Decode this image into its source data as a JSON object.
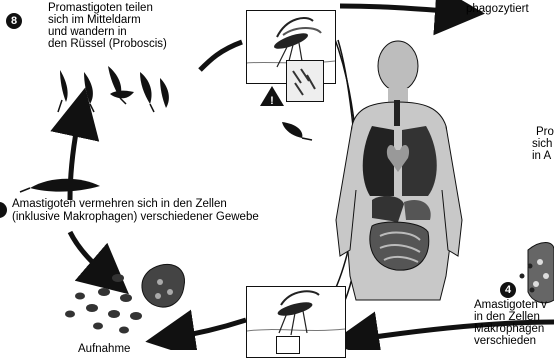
{
  "steps": {
    "step8": {
      "number": "8",
      "lines": [
        "Promastigoten teilen",
        "sich im Mitteldarm",
        "und wandern in",
        "den Rüssel (Proboscis)"
      ]
    },
    "amastigotes_multiply": {
      "lines": [
        "Amastigoten vermehren sich in den Zellen",
        "(inklusive Makrophagen) verschiedener Gewebe"
      ]
    },
    "uptake": {
      "lines": [
        "Aufnahme"
      ]
    },
    "phagocytized": {
      "lines": [
        "phagozytiert"
      ]
    },
    "promastigotes_right": {
      "lines": [
        "Pro",
        "sich",
        "in A"
      ]
    },
    "step4": {
      "number": "4",
      "lines": [
        "Amastigoten v",
        "in den Zellen",
        "Makrophagen",
        "verschieden"
      ]
    }
  },
  "colors": {
    "ink": "#111111",
    "paper": "#ffffff",
    "gray": "#888888"
  },
  "icons": [
    "warning-icon",
    "sandfly-icon",
    "human-silhouette-icon",
    "macrophage-icon"
  ]
}
